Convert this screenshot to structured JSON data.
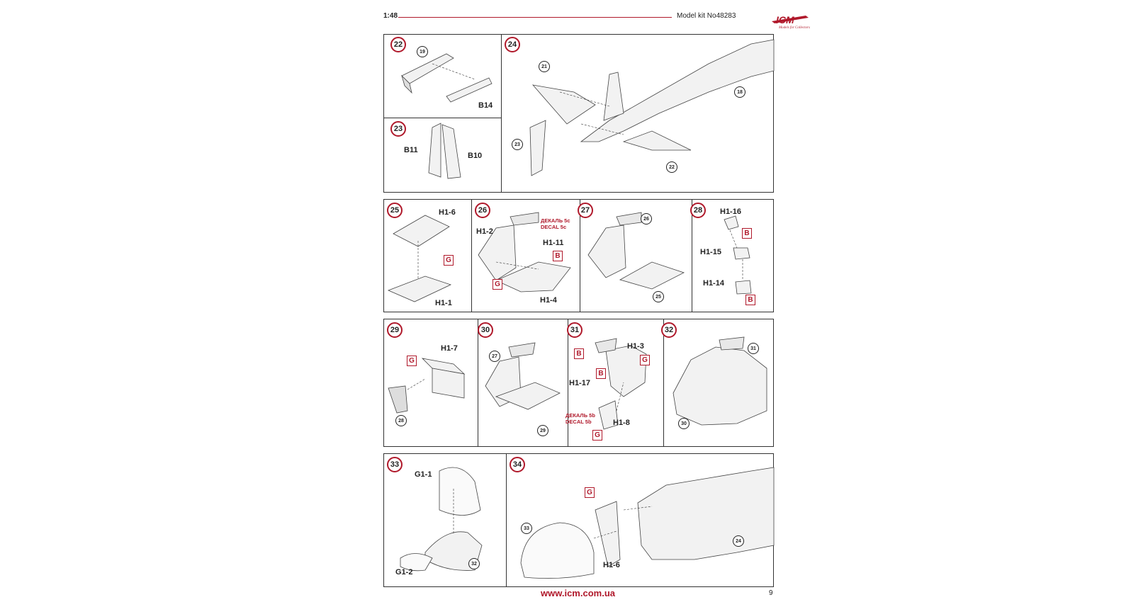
{
  "header": {
    "scale": "1:48",
    "kit_number": "Model kit No48283",
    "logo_text": "ICM",
    "logo_tagline": "Models for Collectors"
  },
  "footer": {
    "url": "www.icm.com.ua",
    "page_number": "9"
  },
  "colors": {
    "accent": "#b0192b",
    "line": "#333333"
  },
  "steps": {
    "s22": {
      "num": "22",
      "refs": {
        "r19": "19"
      },
      "labels": {
        "b14": "B14"
      }
    },
    "s23": {
      "num": "23",
      "labels": {
        "b11": "B11",
        "b10": "B10"
      }
    },
    "s24": {
      "num": "24",
      "refs": {
        "r21": "21",
        "r18": "18",
        "r23": "23",
        "r22": "22"
      }
    },
    "s25": {
      "num": "25",
      "labels": {
        "h16": "H1-6",
        "h11": "H1-1"
      },
      "paint": {
        "g": "G"
      }
    },
    "s26": {
      "num": "26",
      "labels": {
        "h12": "H1-2",
        "h111": "H1-11",
        "h14": "H1-4"
      },
      "decal": {
        "ru": "ДЕКАЛЬ 5c",
        "en": "DECAL 5c"
      },
      "paint": {
        "b": "B",
        "g": "G"
      }
    },
    "s27": {
      "num": "27",
      "refs": {
        "r26": "26",
        "r25": "25"
      }
    },
    "s28": {
      "num": "28",
      "labels": {
        "h116": "H1-16",
        "h115": "H1-15",
        "h114": "H1-14"
      },
      "paint": {
        "b1": "B",
        "b2": "B"
      }
    },
    "s29": {
      "num": "29",
      "labels": {
        "h17": "H1-7"
      },
      "refs": {
        "r28": "28"
      },
      "paint": {
        "g": "G"
      }
    },
    "s30": {
      "num": "30",
      "refs": {
        "r27": "27",
        "r29": "29"
      }
    },
    "s31": {
      "num": "31",
      "labels": {
        "h13": "H1-3",
        "h117": "H1-17",
        "h18": "H1-8"
      },
      "decal": {
        "ru": "ДЕКАЛЬ 5b",
        "en": "DECAL 5b"
      },
      "paint": {
        "b1": "B",
        "b2": "B",
        "g1": "G",
        "g2": "G"
      }
    },
    "s32": {
      "num": "32",
      "refs": {
        "r31": "31",
        "r30": "30"
      }
    },
    "s33": {
      "num": "33",
      "labels": {
        "g11": "G1-1",
        "g12": "G1-2"
      },
      "refs": {
        "r32": "32"
      }
    },
    "s34": {
      "num": "34",
      "labels": {
        "h16": "H1-6"
      },
      "refs": {
        "r33": "33",
        "r24": "24"
      },
      "paint": {
        "g": "G"
      }
    }
  }
}
